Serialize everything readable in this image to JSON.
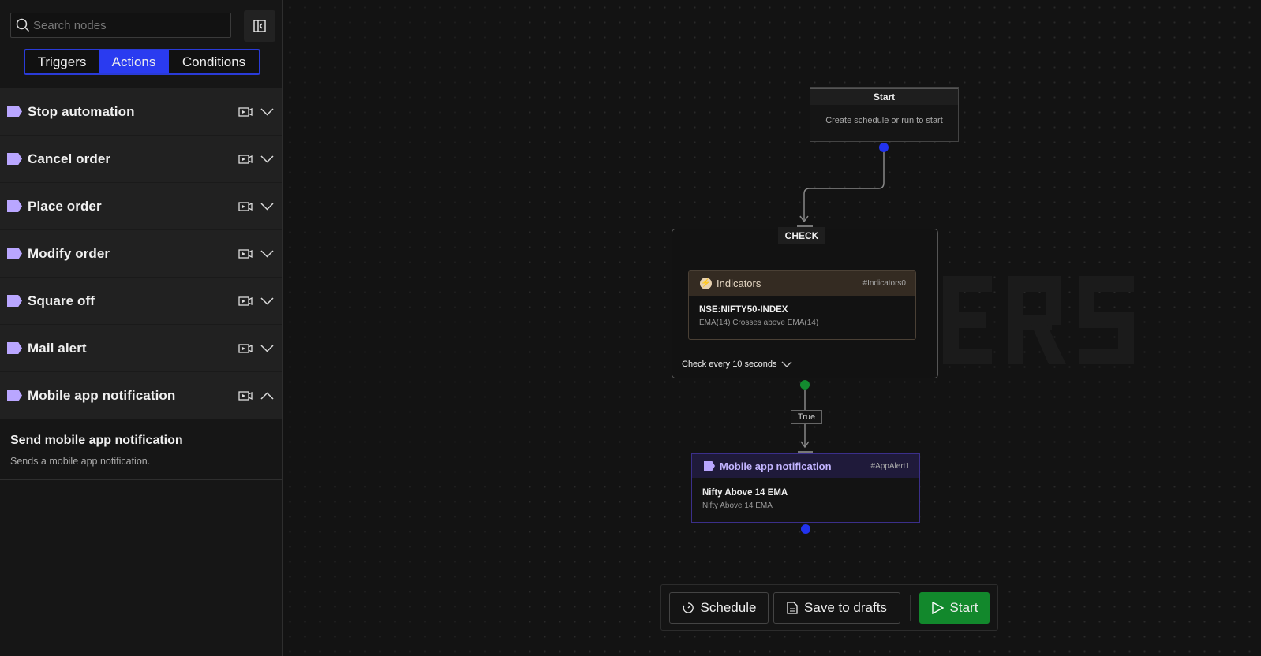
{
  "sidebar": {
    "search_placeholder": "Search nodes",
    "tabs": [
      "Triggers",
      "Actions",
      "Conditions"
    ],
    "active_tab": "Actions",
    "items": [
      {
        "label": "Stop automation"
      },
      {
        "label": "Cancel order"
      },
      {
        "label": "Place order"
      },
      {
        "label": "Modify order"
      },
      {
        "label": "Square off"
      },
      {
        "label": "Mail alert"
      },
      {
        "label": "Mobile app notification"
      }
    ],
    "expanded": {
      "title": "Send mobile app notification",
      "description": "Sends a mobile app notification."
    }
  },
  "canvas": {
    "watermark": "TRADERS",
    "start_node": {
      "title": "Start",
      "subtitle": "Create schedule or run to start"
    },
    "check_node": {
      "label": "CHECK",
      "indicator": {
        "title": "Indicators",
        "id": "#Indicators0",
        "symbol": "NSE:NIFTY50-INDEX",
        "condition": "EMA(14) Crosses above EMA(14)"
      },
      "interval": "Check every 10 seconds"
    },
    "edge_label": "True",
    "notification_node": {
      "title": "Mobile app notification",
      "id": "#AppAlert1",
      "heading": "Nifty Above 14 EMA",
      "body": "Nifty Above 14 EMA"
    }
  },
  "toolbar": {
    "schedule": "Schedule",
    "save": "Save to drafts",
    "start": "Start"
  },
  "colors": {
    "accent": "#2a3bf0",
    "start_green": "#12882c",
    "action_tag": "#b9a6ff"
  }
}
